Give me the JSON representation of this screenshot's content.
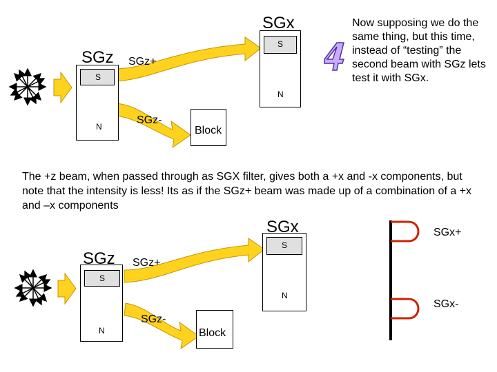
{
  "top": {
    "sgz_title": "SGz",
    "sgz_s": "S",
    "sgz_n": "N",
    "sgz_plus": "SGz+",
    "sgz_minus": "SGz-",
    "sgx_title": "SGx",
    "sgx_s": "S",
    "sgx_n": "N",
    "block": "Block",
    "note": "Now supposing we do the same thing, but this time, instead of “testing” the second beam with SGz lets test it with SGx."
  },
  "explanation": "The +z beam, when passed through as SGX filter, gives both a +x and  -x components, but note that the intensity is less! Its as if the SGz+ beam was made up of a combination of a +x and –x components",
  "bottom": {
    "sgz_title": "SGz",
    "sgz_s": "S",
    "sgz_n": "N",
    "sgz_plus": "SGz+",
    "sgz_minus": "SGz-",
    "sgx_title": "SGx",
    "sgx_s": "S",
    "sgx_n": "N",
    "block": "Block",
    "sgx_plus": "SGx+",
    "sgx_minus": "SGx-"
  },
  "colors": {
    "arrow_fill": "#ffd21e",
    "arrow_stroke": "#c89400",
    "field_line": "#cc2200",
    "magnet_fill": "#e0e0e0",
    "note_icon_fill": "#c8aaff",
    "note_icon_stroke": "#5030a0"
  },
  "icons": {
    "source": "starburst-icon",
    "note": "number-four-icon"
  }
}
